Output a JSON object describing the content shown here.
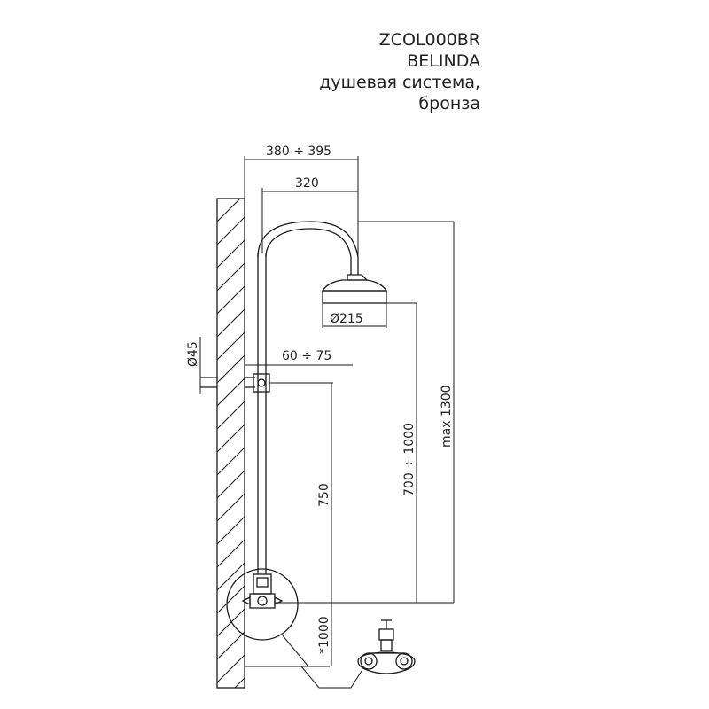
{
  "title": {
    "code": "ZCOL000BR",
    "model": "BELINDA",
    "desc_line1": "душевая система,",
    "desc_line2": "бронза"
  },
  "dimensions": {
    "reach_total": "380 ÷ 395",
    "arm_reach": "320",
    "head_diameter": "Ø215",
    "pipe_diameter": "Ø45",
    "wall_offset": "60 ÷ 75",
    "bar_height": "750",
    "head_height": "700 ÷ 1000",
    "max_height": "max 1300",
    "mixer_height": "*1000"
  }
}
